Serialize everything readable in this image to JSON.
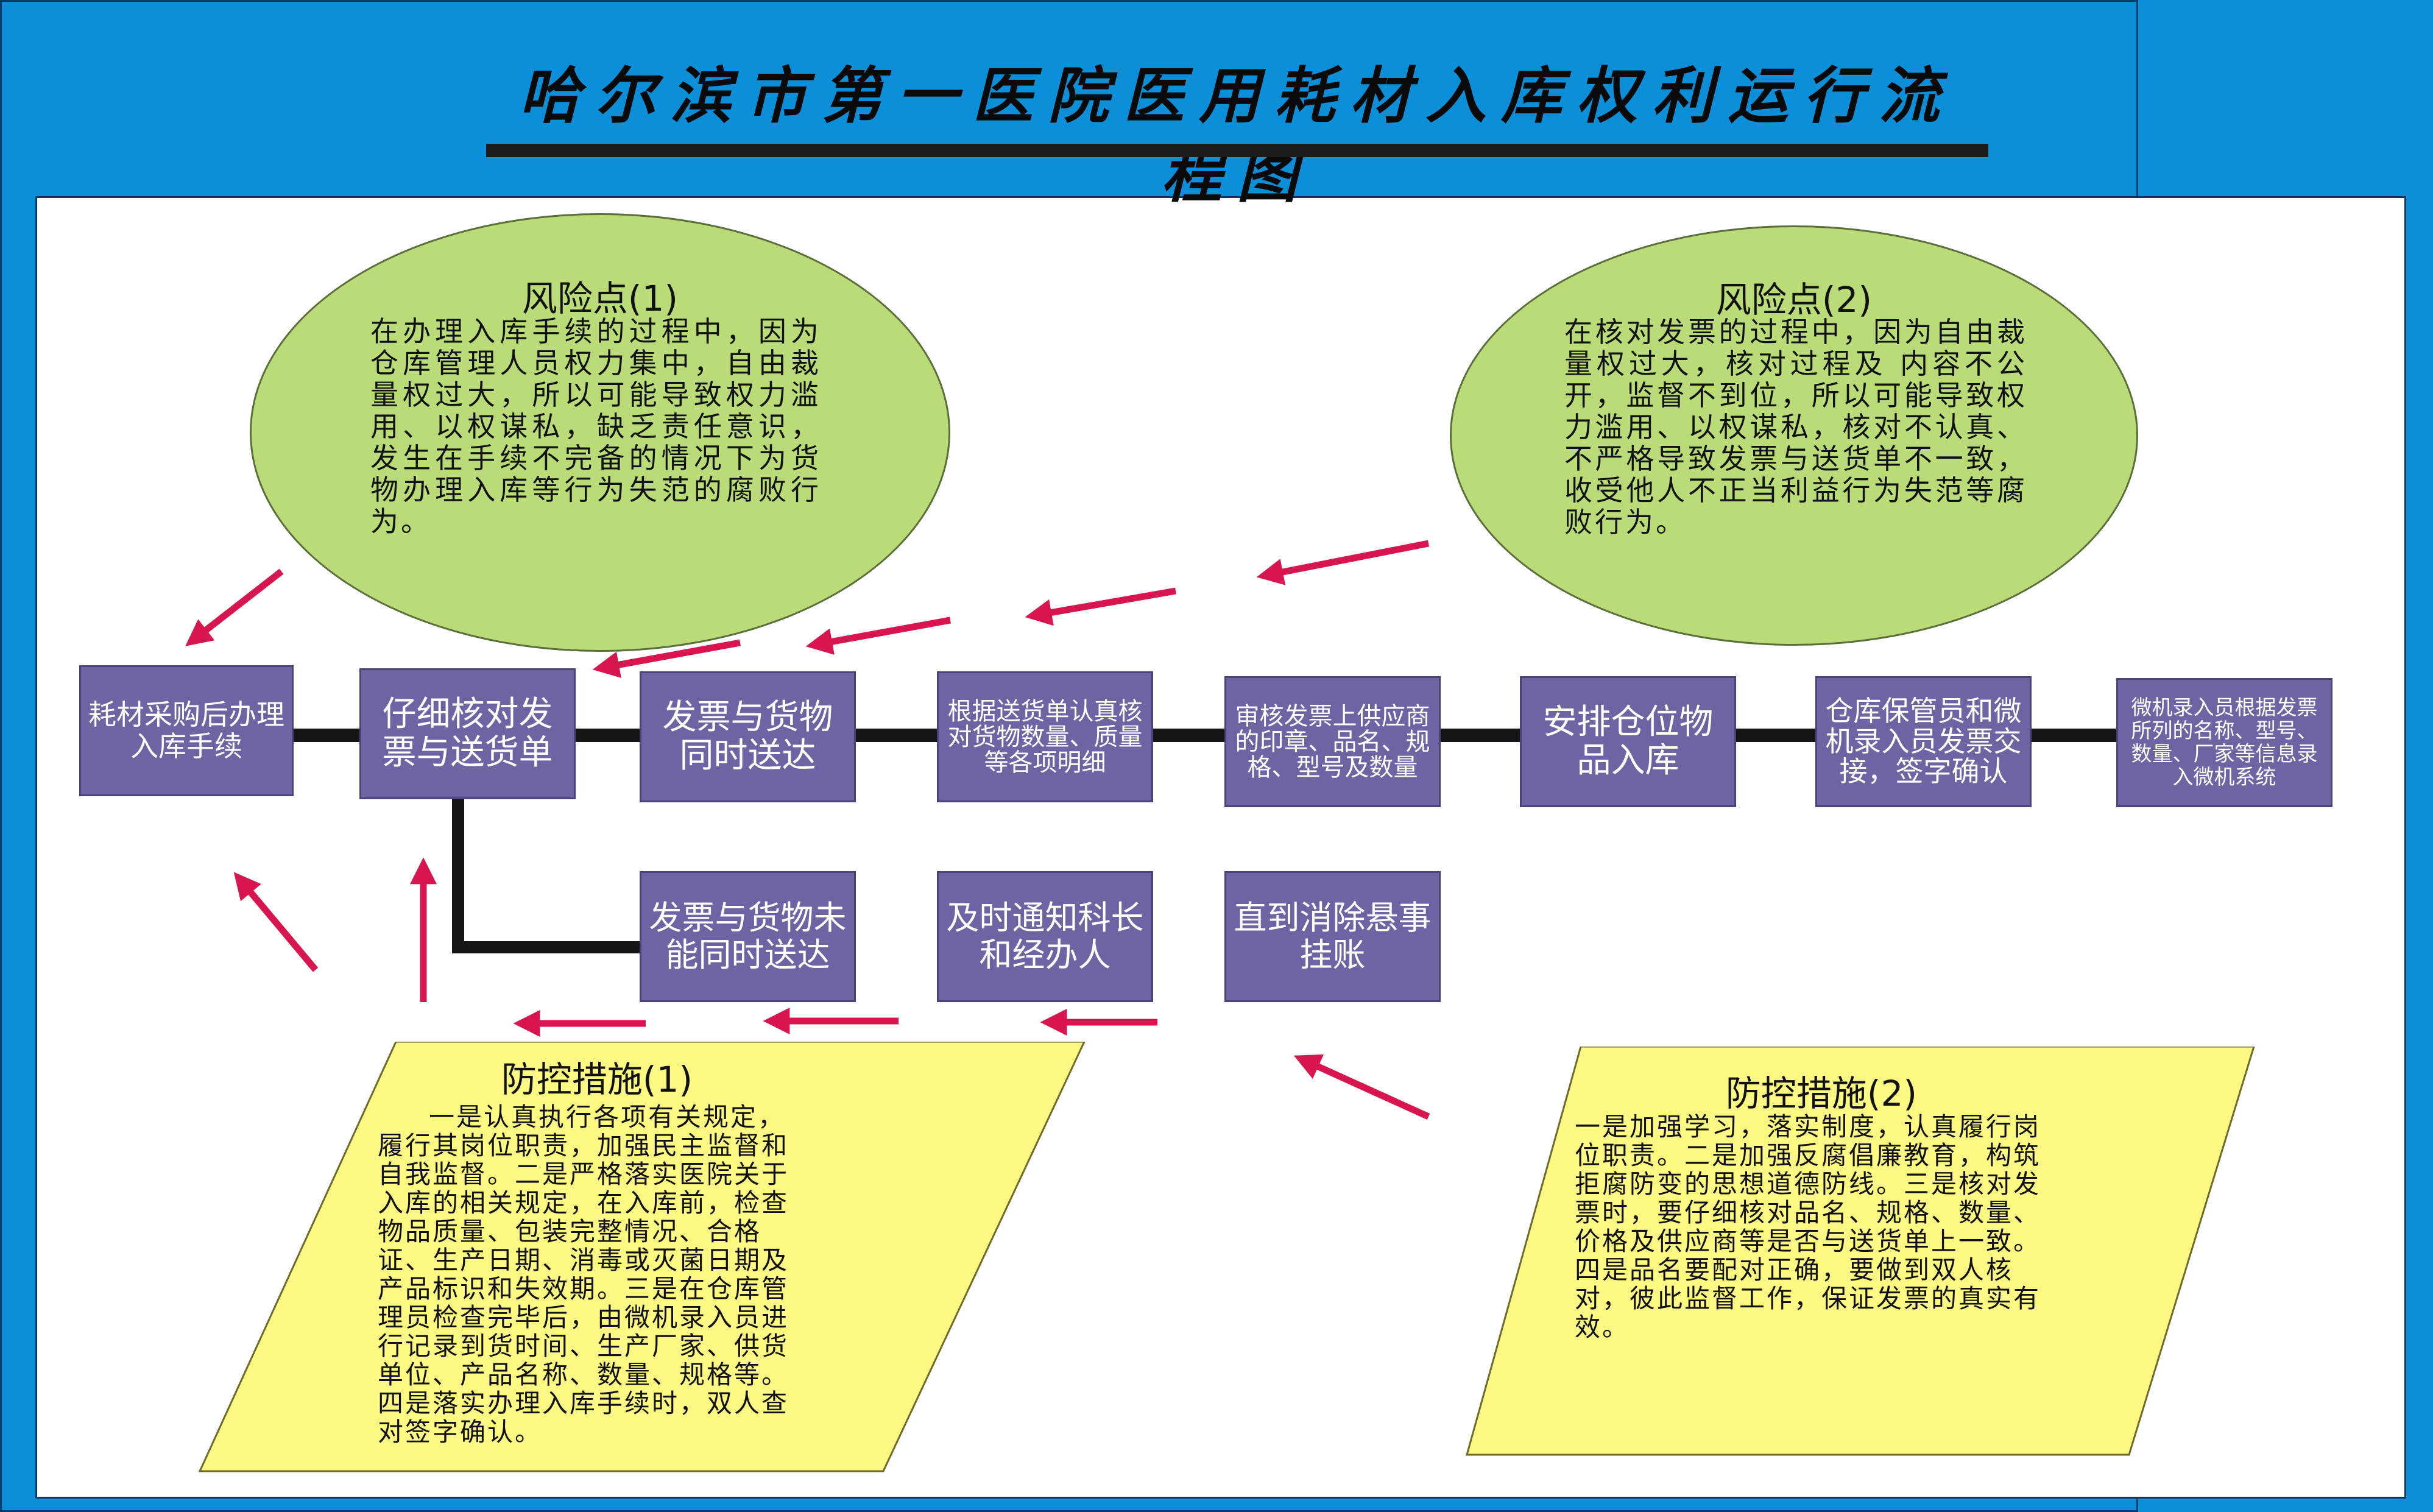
{
  "title": "哈尔滨市第一医院医用耗材入库权利运行流程图",
  "colors": {
    "frame_blue": "#0b8fd8",
    "risk_green": "#b9db78",
    "box_purple": "#6e63a3",
    "measure_yellow": "#fdf983",
    "arrow_red": "#d9154f"
  },
  "risks": [
    {
      "heading": "风险点(1)",
      "body": "在办理入库手续的过程中，因为仓库管理人员权力集中，自由裁量权过大，所以可能导致权力滥用、以权谋私，缺乏责任意识，发生在手续不完备的情况下为货物办理入库等行为失范的腐败行为。"
    },
    {
      "heading": "风险点(2)",
      "body": "在核对发票的过程中，因为自由裁量权过大，核对过程及 内容不公开，监督不到位，所以可能导致权力滥用、以权谋私，核对不认真、不严格导致发票与送货单不一致，收受他人不正当利益行为失范等腐败行为。"
    }
  ],
  "flow": {
    "main": [
      "耗材采购后办理入库手续",
      "仔细核对发票与送货单",
      "发票与货物同时送达",
      "根据送货单认真核对货物数量、质量等各项明细",
      "审核发票上供应商的印章、品名、规格、型号及数量",
      "安排仓位物品入库",
      "仓库保管员和微机录入员发票交接，签字确认",
      "微机录入员根据发票所列的名称、型号、数量、厂家等信息录入微机系统"
    ],
    "branch": [
      "发票与货物未能同时送达",
      "及时通知科长和经办人",
      "直到消除悬事挂账"
    ]
  },
  "measures": [
    {
      "heading": "防控措施(1)",
      "body": "一是认真执行各项有关规定，履行其岗位职责，加强民主监督和自我监督。二是严格落实医院关于入库的相关规定，在入库前，检查物品质量、包装完整情况、合格证、生产日期、消毒或灭菌日期及产品标识和失效期。三是在仓库管理员检查完毕后，由微机录入员进行记录到货时间、生产厂家、供货单位、产品名称、数量、规格等。四是落实办理入库手续时，双人查对签字确认。"
    },
    {
      "heading": "防控措施(2)",
      "body": "一是加强学习，落实制度，认真履行岗位职责。二是加强反腐倡廉教育，构筑拒腐防变的思想道德防线。三是核对发票时，要仔细核对品名、规格、数量、价格及供应商等是否与送货单上一致。四是品名要配对正确，要做到双人核对，彼此监督工作，保证发票的真实有效。"
    }
  ]
}
